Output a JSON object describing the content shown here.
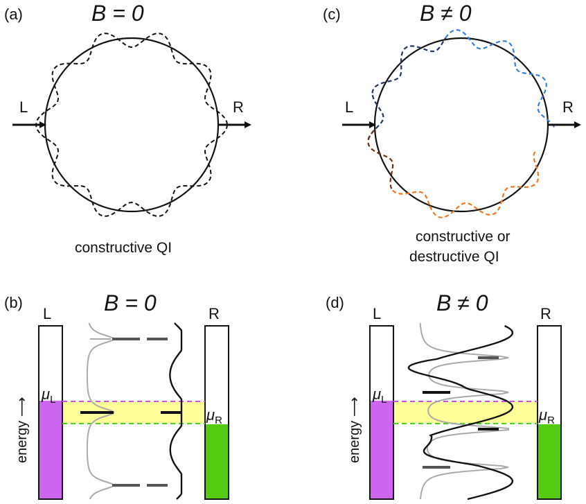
{
  "panels": {
    "a": {
      "label": "(a)",
      "field": "B = 0",
      "left": "L",
      "right": "R",
      "caption": "constructive QI"
    },
    "c": {
      "label": "(c)",
      "field": "B ≠ 0",
      "left": "L",
      "right": "R",
      "caption_line1": "constructive or",
      "caption_line2": "destructive QI"
    },
    "b": {
      "label": "(b)",
      "field": "B = 0",
      "left": "L",
      "right": "R",
      "energy_axis": "energy ⟶",
      "mu_left": "μ",
      "mu_left_sub": "L",
      "mu_right": "μ",
      "mu_right_sub": "R"
    },
    "d": {
      "label": "(d)",
      "field": "B ≠ 0",
      "left": "L",
      "right": "R",
      "energy_axis": "energy ⟶",
      "mu_left": "μ",
      "mu_left_sub": "L",
      "mu_right": "μ",
      "mu_right_sub": "R"
    }
  },
  "colors": {
    "lead_left_fill": "#cc66ee",
    "lead_right_fill": "#55cc11",
    "bias_window": "#ffff99",
    "mu_left_line": "#cc55dd",
    "mu_right_line": "#55cc22",
    "wave_blue": "#3a7fd5",
    "wave_dark_blue": "#1e3560",
    "wave_orange": "#ee7722",
    "wave_dark_brown": "#6b3010",
    "level_gray": "#aaaaaa",
    "level_dark": "#555555"
  }
}
